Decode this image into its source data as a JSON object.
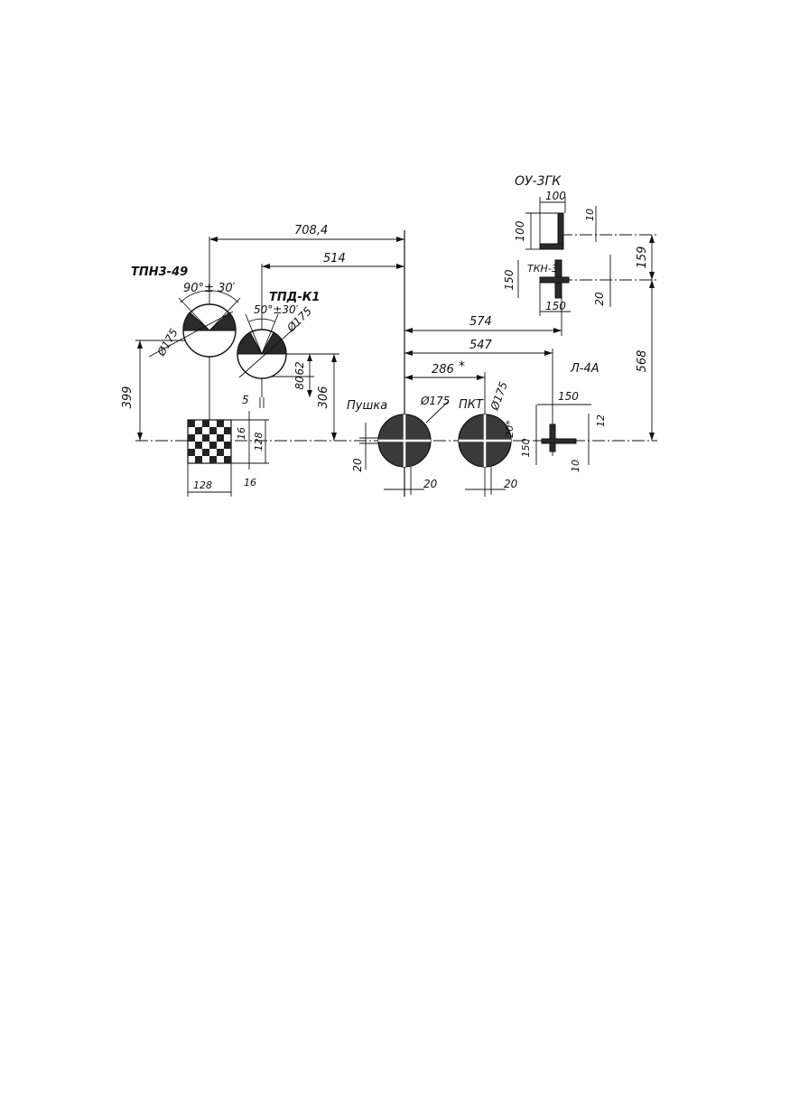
{
  "labels": {
    "ou3gk": "ОУ-3ГК",
    "tpn349": "ТПН3-49",
    "tpdk1": "ТПД-К1",
    "tkn3": "ТКН-3",
    "l4a": "Л-4А",
    "pushka": "Пушка",
    "pkt": "ПКТ"
  },
  "dimensions": {
    "d708": "708,4",
    "d514": "514",
    "d574": "574",
    "d547": "547",
    "d286": "286",
    "star": "*",
    "d399": "399",
    "d306": "306",
    "d80": "80",
    "d62": "62",
    "d5": "5",
    "d16a": "16",
    "d128a": "128",
    "d128b": "128",
    "d16b": "16",
    "d20a": "20",
    "d20b": "20",
    "d20c": "20",
    "d20d": "20*",
    "d150a": "150",
    "d12": "12",
    "d10a": "10",
    "d150b": "150",
    "d100a": "100",
    "d100b": "100",
    "d10b": "10",
    "d150c": "150",
    "d150d": "150",
    "d20e": "20",
    "d159": "159",
    "d568": "568",
    "ang90": "90°± 30′",
    "ang50": "50°±30′",
    "dia175a": "Ø175",
    "dia175b": "Ø175",
    "dia175c": "Ø175",
    "dia175d": "Ø175"
  },
  "colors": {
    "ink": "#111111",
    "paper": "#ffffff",
    "fill": "#2a2a2a"
  }
}
